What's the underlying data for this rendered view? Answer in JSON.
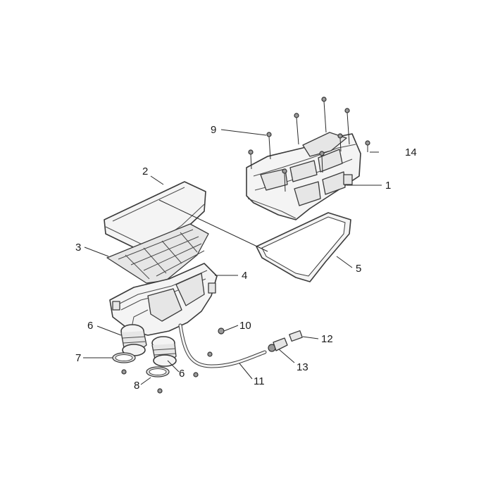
{
  "callouts": {
    "c1": "1",
    "c2": "2",
    "c3": "3",
    "c4": "4",
    "c5": "5",
    "c6a": "6",
    "c6b": "6",
    "c7": "7",
    "c8": "8",
    "c9": "9",
    "c10": "10",
    "c11": "11",
    "c12": "12",
    "c13": "13",
    "c14": "14"
  },
  "colors": {
    "line": "#2a2a2a",
    "part_fill": "#f4f4f4",
    "shade": "#9a9a9a"
  }
}
